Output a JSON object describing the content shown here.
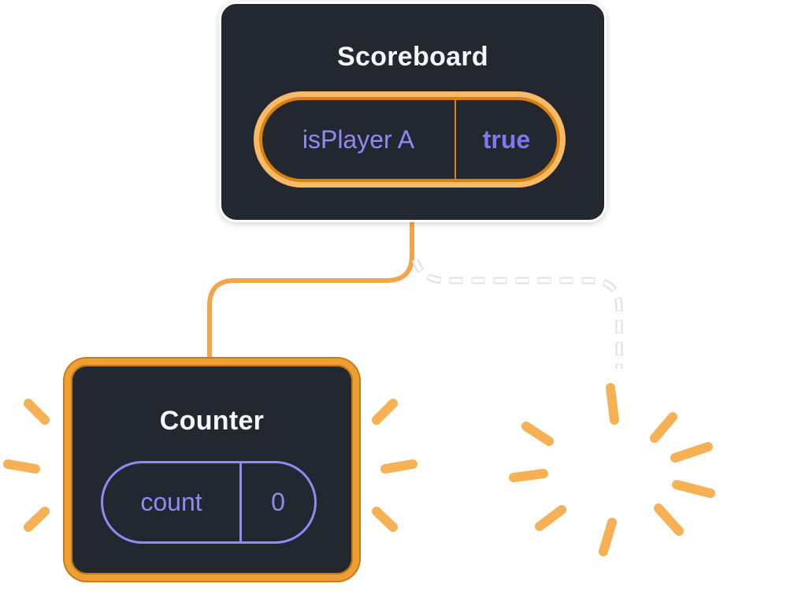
{
  "diagram": {
    "scoreboard": {
      "title": "Scoreboard",
      "state": {
        "key": "isPlayer A",
        "value": "true"
      }
    },
    "counter": {
      "title": "Counter",
      "state": {
        "key": "count",
        "value": "0"
      }
    },
    "icons": {
      "sparkle": "sparkle-icon",
      "poof": "poof-burst-icon",
      "emphasis": "emphasis-rays-icon"
    },
    "colors": {
      "card_bg": "#23272F",
      "card_border_white": "#FFFFFF",
      "title_text": "#F6F7F9",
      "state_purple": "#8F8AF4",
      "state_purple_bold": "#7E79F2",
      "ring_orange_light": "#F8BA66",
      "ring_orange_dark": "#D8820F",
      "counter_border_orange": "#EE9F33",
      "counter_border_edge": "#C97A10",
      "connector_orange": "#F3A54A",
      "rays_orange": "#F6B155",
      "sparkle_orange": "#EE9D2C",
      "dashed_white": "#FFFFFF",
      "dashed_outline": "#DDE0E6"
    }
  }
}
